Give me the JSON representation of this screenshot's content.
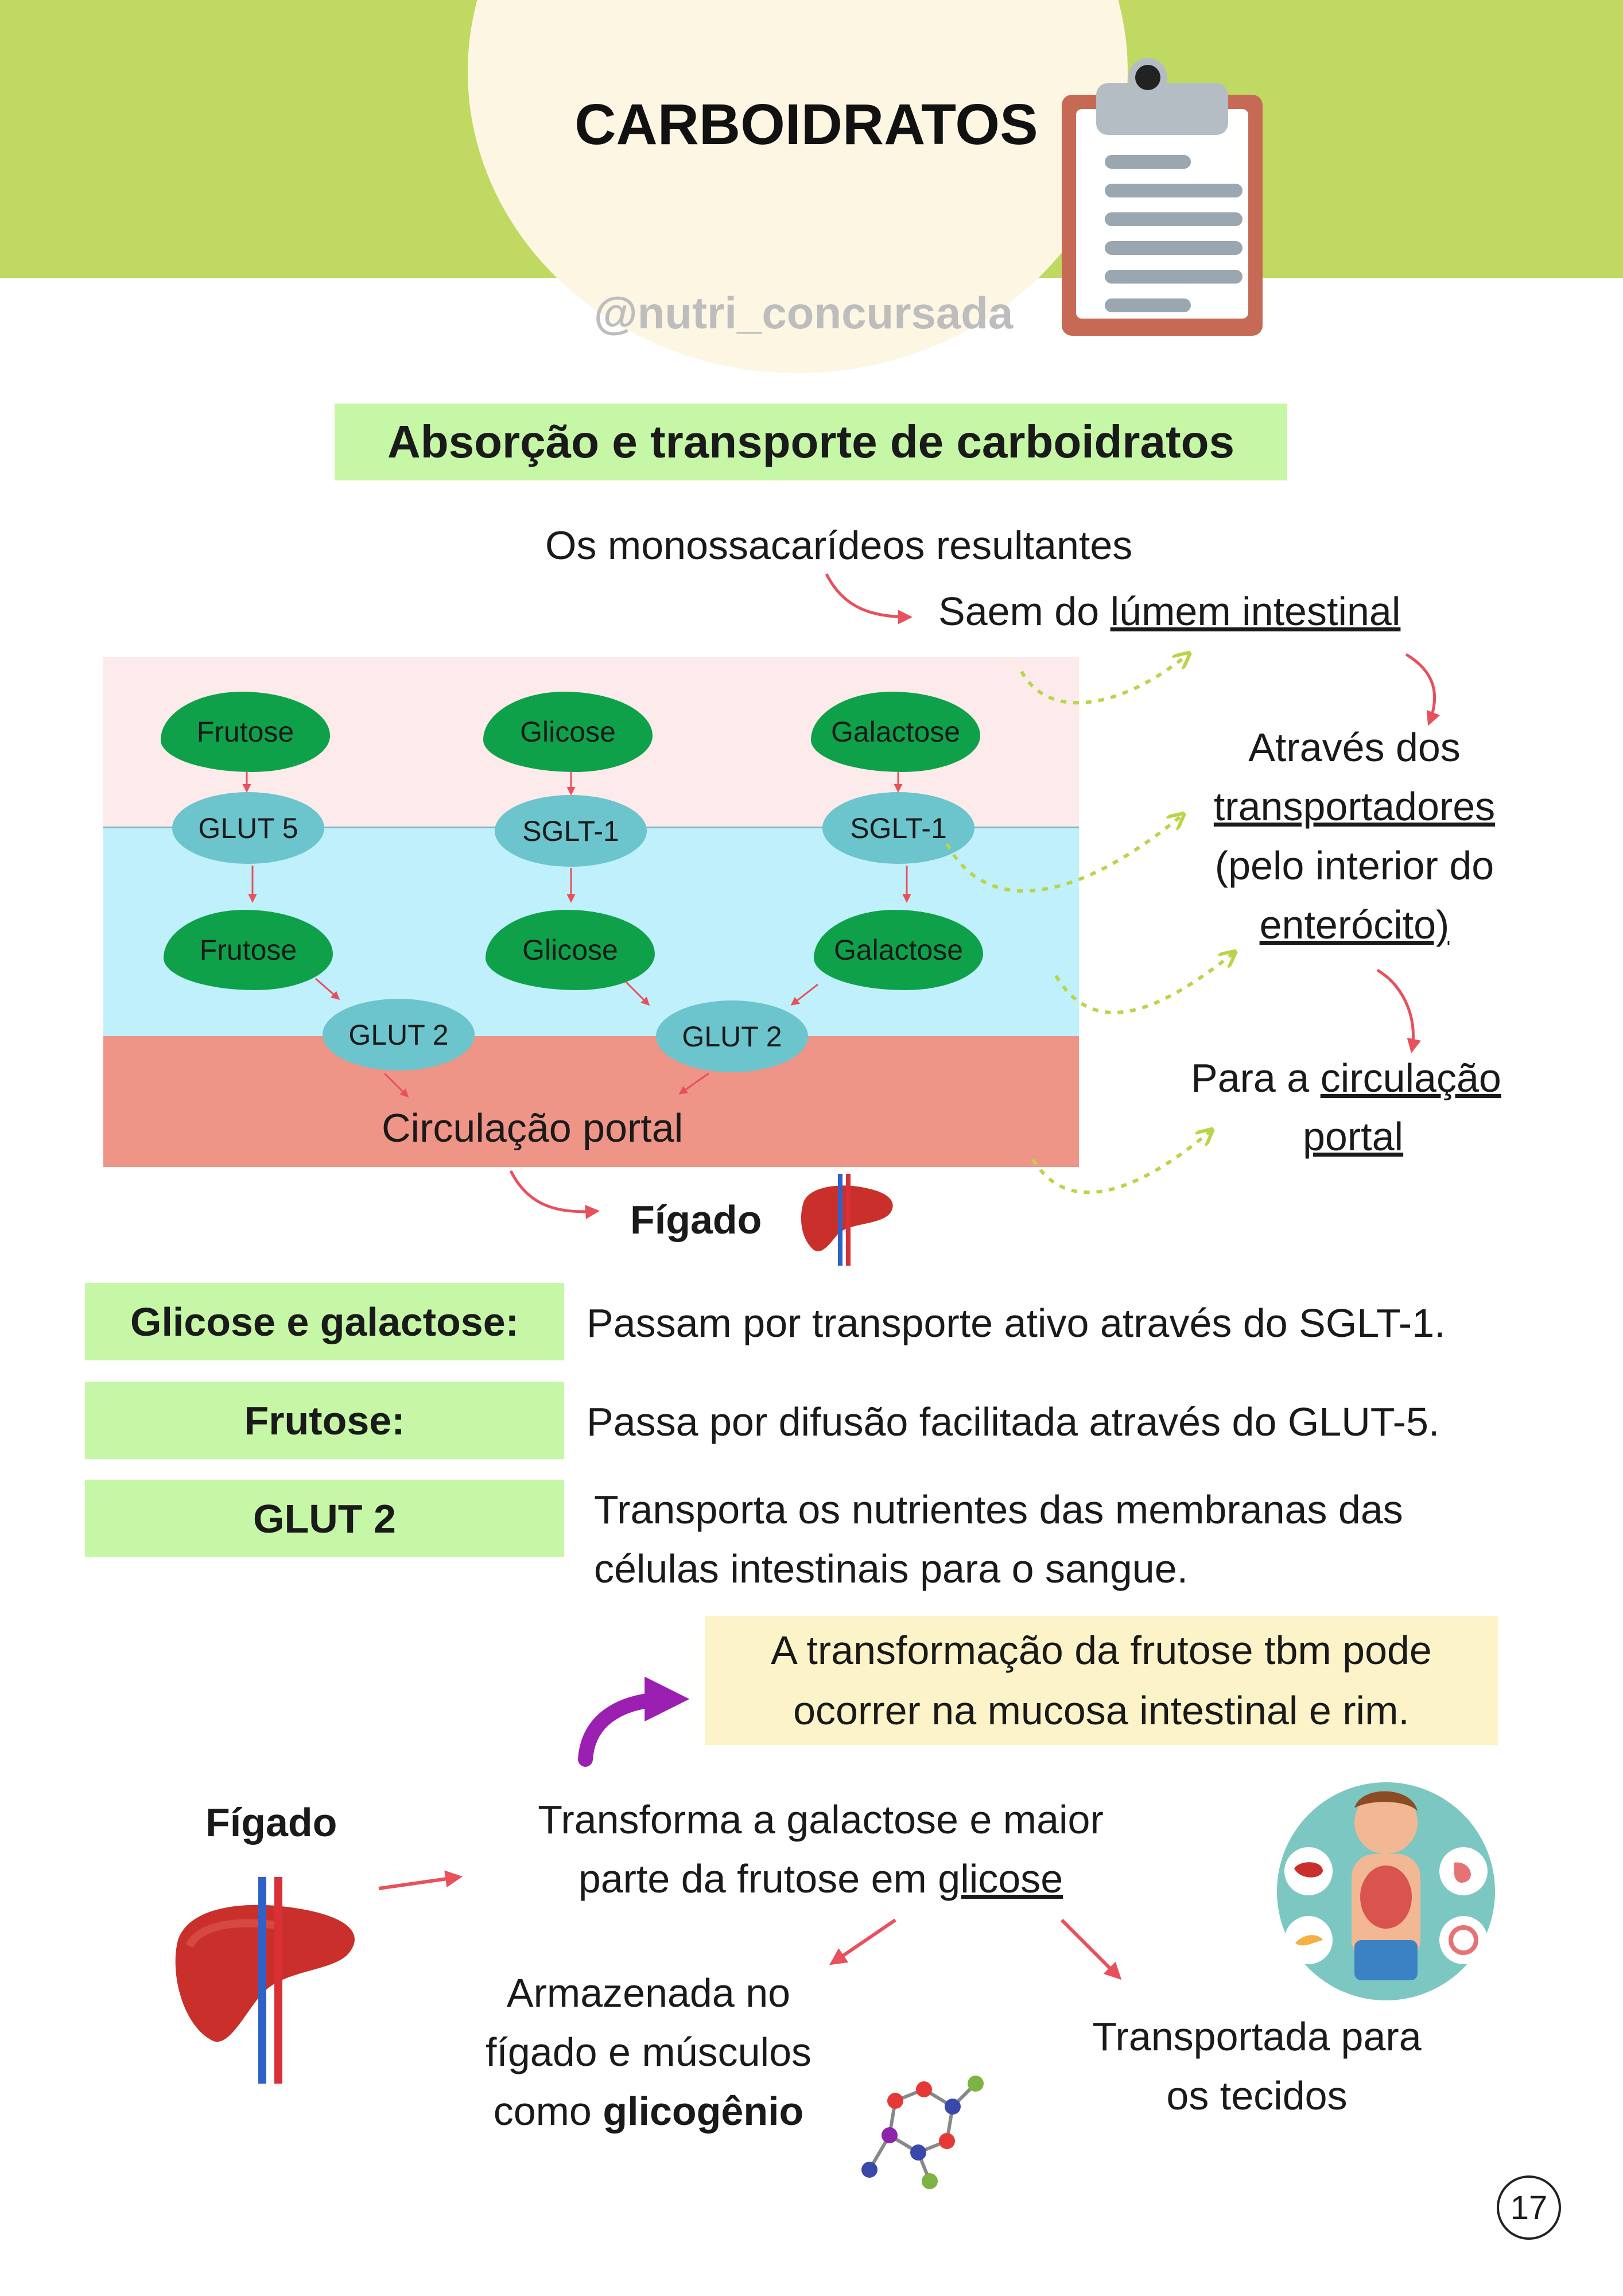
{
  "header": {
    "title": "CARBOIDRATOS",
    "handle": "@nutri_concursada"
  },
  "section_title": "Absorção e transporte de carboidratos",
  "flow": {
    "line1": "Os monossacarídeos resultantes",
    "line2_prefix": "Saem do ",
    "line2_link": "lúmem intestinal",
    "step2_line1": "Através dos",
    "step2_line2": "transportadores",
    "step2_line3_prefix": "(pelo interior do",
    "step2_line4": "enterócito)",
    "step3_prefix": "Para a ",
    "step3_link1": "circulação",
    "step3_link2": "portal"
  },
  "diagram": {
    "top_row": [
      "Frutose",
      "Glicose",
      "Galactose"
    ],
    "transporters_row": [
      "GLUT 5",
      "SGLT-1",
      "SGLT-1"
    ],
    "mid_row": [
      "Frutose",
      "Glicose",
      "Galactose"
    ],
    "glut2_left": "GLUT 2",
    "glut2_right": "GLUT 2",
    "portal": "Circulação portal",
    "liver_label": "Fígado"
  },
  "definitions": [
    {
      "term": "Glicose e galactose:",
      "text": "Passam por transporte ativo através do SGLT-1."
    },
    {
      "term": "Frutose:",
      "text": "Passa por difusão facilitada através do GLUT-5."
    },
    {
      "term": "GLUT 2",
      "text1": "Transporta os nutrientes das membranas das",
      "text2": "células intestinais para o sangue."
    }
  ],
  "note": {
    "line1": "A transformação da frutose tbm pode",
    "line2": "ocorrer na mucosa intestinal e rim."
  },
  "liver_section": {
    "label": "Fígado",
    "transform1": "Transforma a galactose e maior",
    "transform2_prefix": "parte da frutose em ",
    "transform2_link": "glicose",
    "stored1": "Armazenada no",
    "stored2": "fígado e músculos",
    "stored3_prefix": "como ",
    "stored3_bold": "glicogênio",
    "tissues1": "Transportada para",
    "tissues2": "os tecidos"
  },
  "page_number": "17",
  "colors": {
    "header_green": "#c0d962",
    "cream": "#fdf6e3",
    "highlight_green": "#c6f7a6",
    "note_yellow": "#fdf3c8",
    "arrow_red": "#e8505b",
    "dotted_green": "#b8d54a",
    "blob_green": "#0fa14a",
    "oval_teal": "#6cc4cc",
    "purple_arrow": "#9b1fb0"
  },
  "icons": [
    "clipboard-icon",
    "liver-icon",
    "human-organs-icon",
    "molecule-icon"
  ]
}
